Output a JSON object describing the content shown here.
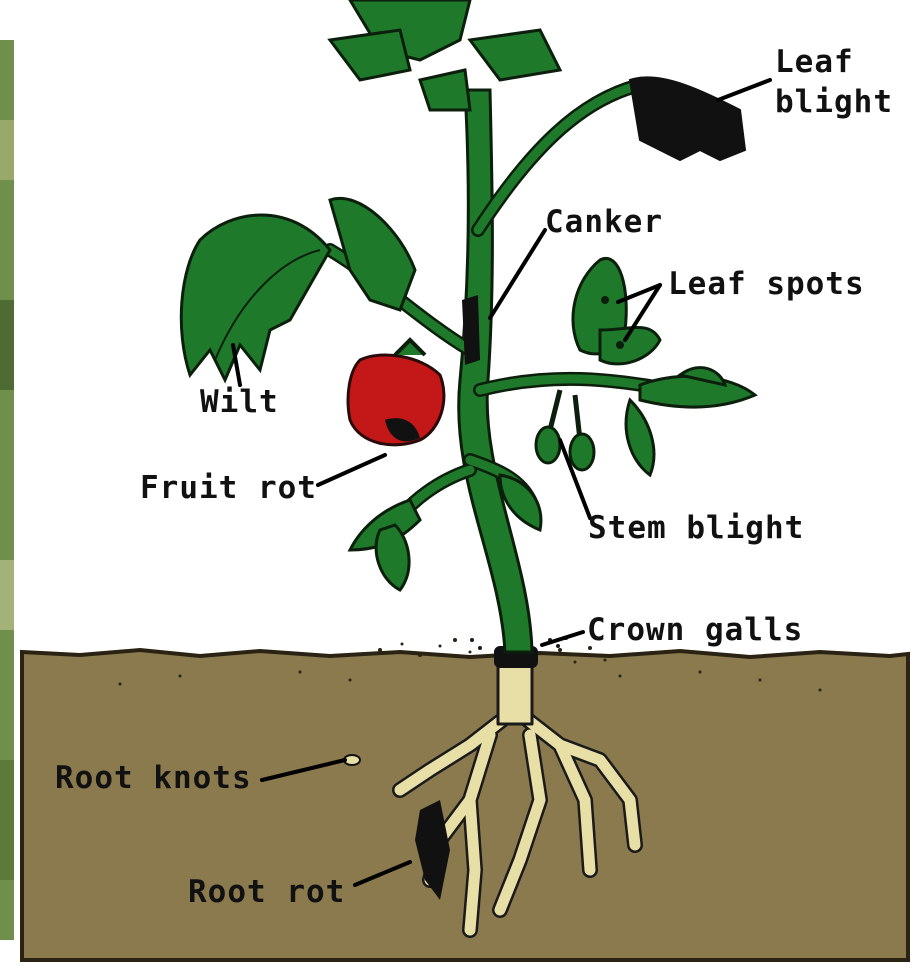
{
  "labels": {
    "leaf_blight_1": "Leaf",
    "leaf_blight_2": "blight",
    "canker": "Canker",
    "leaf_spots": "Leaf spots",
    "wilt": "Wilt",
    "fruit_rot": "Fruit rot",
    "stem_blight": "Stem blight",
    "crown_galls": "Crown galls",
    "root_knots": "Root knots",
    "root_rot": "Root rot"
  },
  "colors": {
    "soil": "#8b7a4e",
    "plant": "#1e7a2a",
    "fruit": "#c41818",
    "roots": "#e8dfa6",
    "background": "#ffffff"
  }
}
